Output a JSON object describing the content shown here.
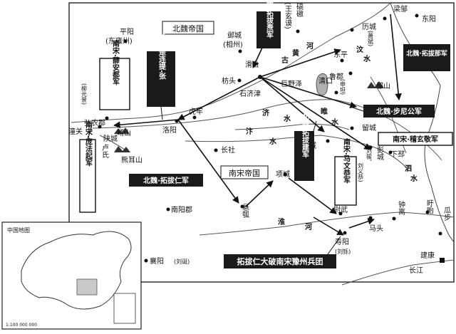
{
  "map": {
    "empire_labels": {
      "north": "北魏帝国",
      "south": "南宋帝国"
    },
    "places": {
      "pingyang": "平阳",
      "pingyang_sub": "(东雍州)",
      "yecheng": "邺城",
      "yecheng_sub": "(相州)",
      "wanggu": "(王玄谟)",
      "qiao": "碻磝",
      "liangzou": "梁邹",
      "dongyang": "东阳",
      "licheng": "历城",
      "licheng_sub": "(萧斌)",
      "huatai": "滑台",
      "fangtou": "枋头",
      "shijijin": "石济津",
      "dongping": "东平",
      "lujun": "鲁郡",
      "zoushan": "邹山",
      "qingkou": "清口",
      "qingkou_sub": "(申坦)",
      "juyeze": "巨野泽",
      "hongnong": "弘农郡",
      "liuyuanjing": "(柳元景)",
      "shancheng": "陕城",
      "xiaoshan": "崤山",
      "tongguan": "潼关",
      "luyang": "卢氏",
      "xiongershan": "熊耳山",
      "luoyang": "洛阳",
      "hulao": "虎牢",
      "changshe": "长社",
      "liucheng": "留城",
      "xiaocheng": "萧城",
      "xiapi": "下邳",
      "pengcheng": "彭城",
      "pengcheng_sub1": "(刘骏、",
      "pengcheng_sub2": "刘义恭)",
      "xiangcheng": "项城",
      "nanyangjun": "南阳郡",
      "xuanhu": "悬瓠",
      "weiwu": "尉武",
      "shouyang": "寿阳",
      "shouyang_sub": "(刘铄)",
      "matou": "马头",
      "zhongli": "钟离",
      "xuyi": "盱眙",
      "guabu": "瓜步",
      "jiankang": "建康",
      "changjiang": "长江",
      "xiangyang": "襄阳",
      "xiangyang_sub": "(刘诞)"
    },
    "rivers": {
      "huanghe1": "古",
      "huanghe2": "黄",
      "huanghe3": "河",
      "jishui1": "济",
      "jishui2": "水",
      "bianshui1": "汴",
      "bianshui2": "水",
      "suishui1": "睢",
      "suishui2": "水",
      "sishui1": "泗",
      "sishui2": "水",
      "wenshui1": "汶",
      "wenshui2": "水",
      "huaihe1": "淮",
      "huaihe2": "河"
    },
    "boxes": {
      "tuobatao": "北魏·拓拔焘军",
      "tuobanafa": "北魏·拓拔那军",
      "buni": "北魏·步尼公军",
      "jixuanjing": "南宋·稽玄敬军",
      "tuobajian": "北魏·拓拔建军",
      "mawengong": "南宋·马文恭军",
      "shitizhang": "北魏·是连提·张",
      "xueanduan": "南宋·薛安都军",
      "pangfaqi": "南宋·庞法起军",
      "tuobaren": "北魏·拓拔仁军",
      "caption": "拓拔仁大破南宋豫州兵团"
    },
    "inset": {
      "title": "中国地图",
      "scale": "1:100 000 000"
    },
    "colors": {
      "troop_box": "#1a1a1a",
      "troop_text": "#ffffff",
      "lake": "#b0b0b0",
      "highlight": "#c9c9c9"
    }
  }
}
